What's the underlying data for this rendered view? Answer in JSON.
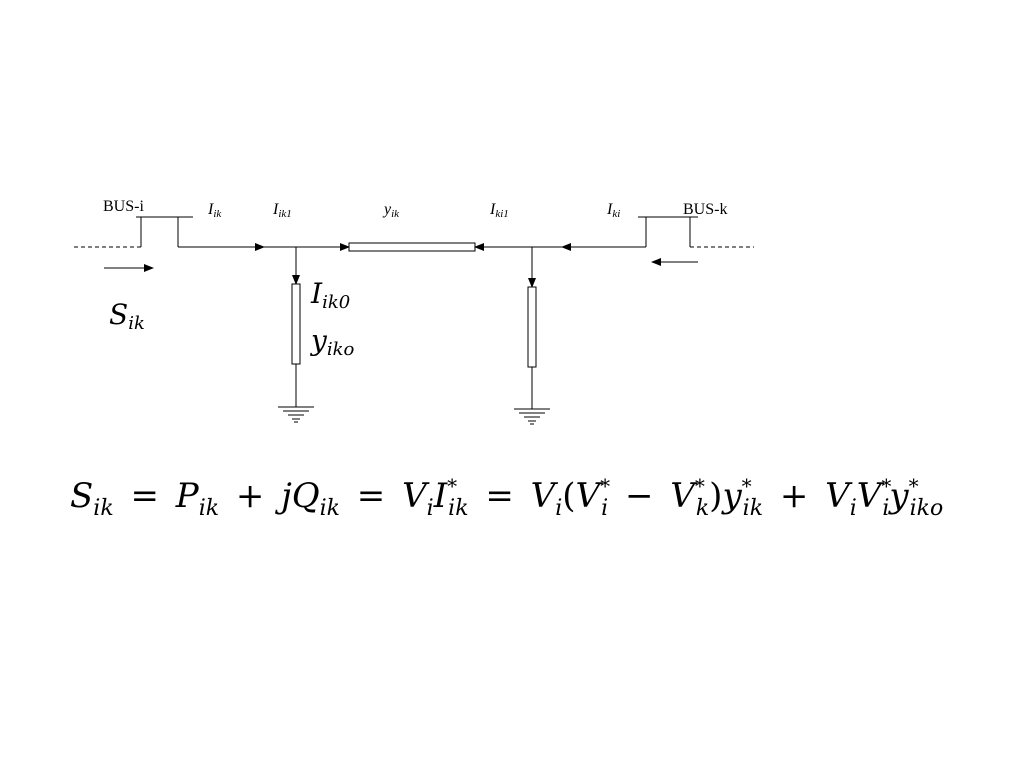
{
  "labels": {
    "bus_i": "BUS-i",
    "bus_k": "BUS-k",
    "i_ik": {
      "main": "I",
      "sub": "ik"
    },
    "i_ik1": {
      "main": "I",
      "sub": "ik1"
    },
    "y_ik": {
      "main": "y",
      "sub": "ik"
    },
    "i_ki1": {
      "main": "I",
      "sub": "ki1"
    },
    "i_ki": {
      "main": "I",
      "sub": "ki"
    },
    "s_ik": {
      "main": "S",
      "sub": "ik"
    },
    "i_ik0": {
      "main": "I",
      "sub": "ik0"
    },
    "y_iko": {
      "main": "y",
      "sub": "iko"
    }
  },
  "equation": {
    "t1": {
      "main": "S",
      "sub": "ik"
    },
    "eq1": "=",
    "t2": {
      "main": "P",
      "sub": "ik"
    },
    "plus1": "+",
    "t3": {
      "main": "jQ",
      "sub": "ik"
    },
    "eq2": "=",
    "t4a": {
      "main": "V",
      "sub": "i"
    },
    "t4b": {
      "main": "I",
      "sub": "ik",
      "sup": "*"
    },
    "eq3": "=",
    "t5a": {
      "main": "V",
      "sub": "i"
    },
    "lparen": "(",
    "t5b": {
      "main": "V",
      "sub": "i",
      "sup": "*"
    },
    "minus": "−",
    "t5c": {
      "main": "V",
      "sub": "k",
      "sup": "*"
    },
    "rparen": ")",
    "t5d": {
      "main": "y",
      "sub": "ik",
      "sup": "*"
    },
    "plus2": "+",
    "t6a": {
      "main": "V",
      "sub": "i"
    },
    "t6b": {
      "main": "V",
      "sub": "i",
      "sup": "*"
    },
    "t6c": {
      "main": "y",
      "sub": "iko",
      "sup": "*"
    }
  }
}
